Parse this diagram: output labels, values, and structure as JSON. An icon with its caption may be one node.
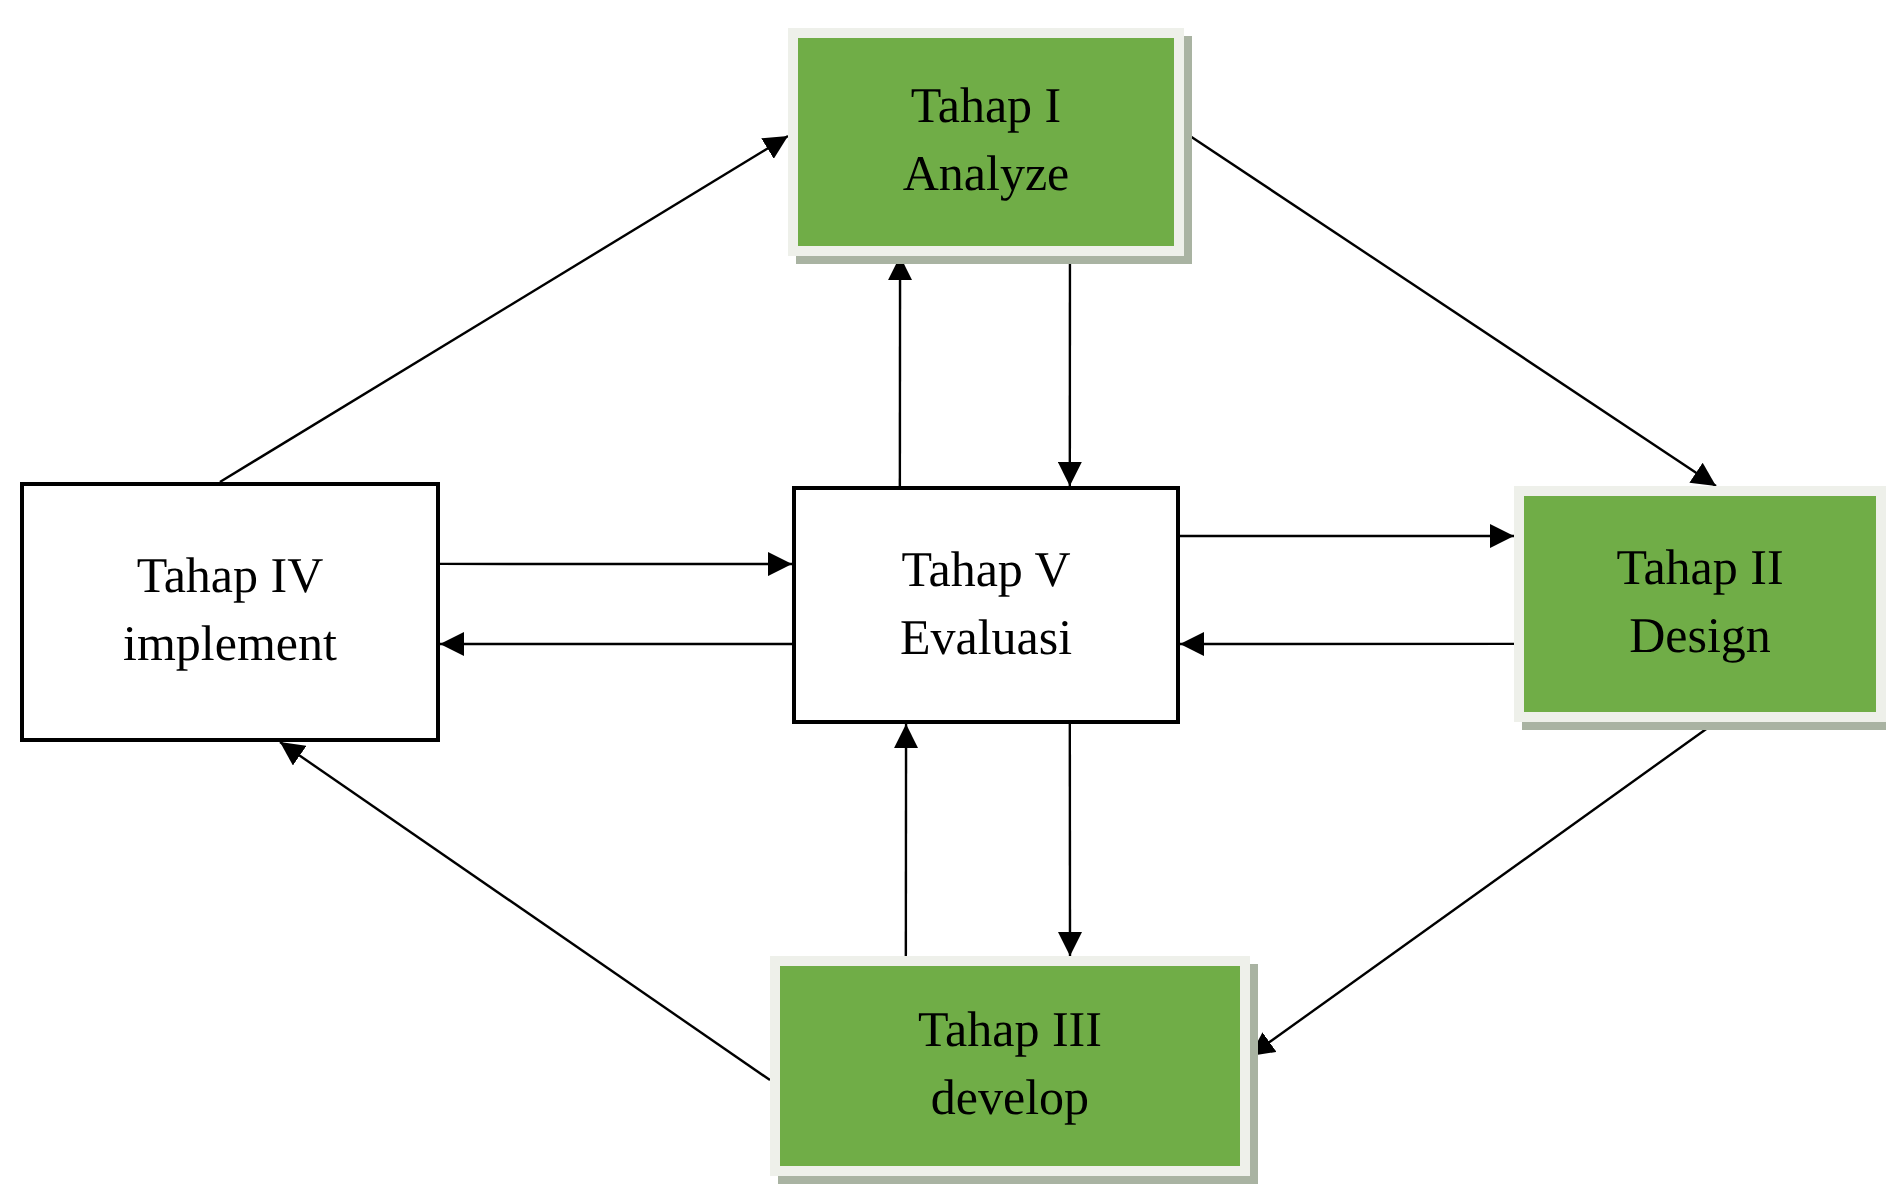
{
  "diagram": {
    "nodes": [
      {
        "text": [
          "Tahap I Analyze"
        ]
      },
      {
        "text": [
          "Tahap II Design"
        ]
      },
      {
        "text": [
          "Tahap III develop"
        ]
      },
      {
        "text": [
          "Tahap IV implement"
        ]
      },
      {
        "text": [
          "Tahap V Evaluasi"
        ]
      }
    ],
    "edges": [
      {
        "from": 3,
        "to": 0,
        "arrow": "to"
      },
      {
        "from": 0,
        "to": 1,
        "arrow": "to"
      },
      {
        "from": 1,
        "to": 2,
        "arrow": "to"
      },
      {
        "from": 2,
        "to": 3,
        "arrow": "to"
      },
      {
        "from": 0,
        "to": 4,
        "arrow": "to"
      },
      {
        "from": 4,
        "to": 0,
        "arrow": "to"
      },
      {
        "from": 4,
        "to": 1,
        "arrow": "to"
      },
      {
        "from": 1,
        "to": 4,
        "arrow": "to"
      },
      {
        "from": 4,
        "to": 2,
        "arrow": "to"
      },
      {
        "from": 2,
        "to": 4,
        "arrow": "to"
      },
      {
        "from": 3,
        "to": 4,
        "arrow": "to"
      },
      {
        "from": 4,
        "to": 3,
        "arrow": "to"
      }
    ]
  }
}
